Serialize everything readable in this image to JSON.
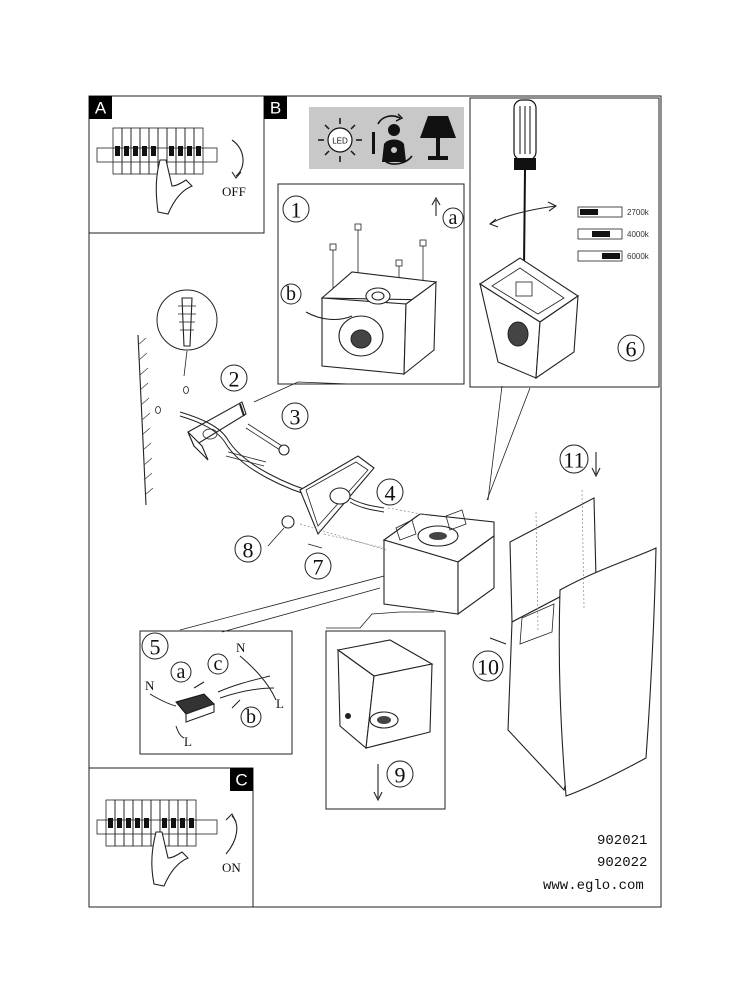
{
  "panels": {
    "a": {
      "tag": "A",
      "caption": "OFF"
    },
    "b": {
      "tag": "B"
    },
    "c": {
      "tag": "C",
      "caption": "ON"
    }
  },
  "icon_strip": {
    "led_label": "LED"
  },
  "steps": {
    "s1": "1",
    "s2": "2",
    "s3": "3",
    "s4": "4",
    "s5": "5",
    "s6": "6",
    "s7": "7",
    "s8": "8",
    "s9": "9",
    "s10": "10",
    "s11": "11"
  },
  "sub_labels": {
    "step1_a": "a",
    "step1_b": "b",
    "step5_a": "a",
    "step5_b": "b",
    "step5_c": "c"
  },
  "wire_labels": {
    "n_left": "N",
    "l_left": "L",
    "n_right": "N",
    "l_right": "L"
  },
  "color_temps": [
    "2700k",
    "4000k",
    "6000k"
  ],
  "footer": {
    "model1": "902021",
    "model2": "902022",
    "website": "www.eglo.com"
  }
}
